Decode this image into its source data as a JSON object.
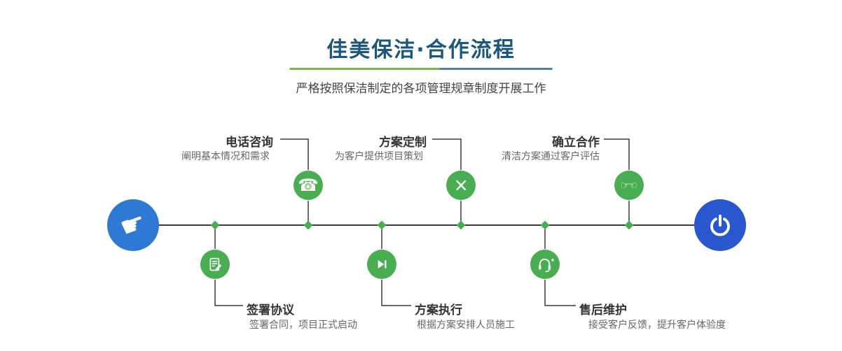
{
  "header": {
    "title": "佳美保洁·合作流程",
    "subtitle": "严格按照保洁制定的各项管理规章制度开展工作"
  },
  "timeline": {
    "start": {
      "icon": "hand-pointer-icon",
      "glyph": "☛"
    },
    "end": {
      "icon": "power-icon"
    },
    "steps_top": [
      {
        "title": "电话咨询",
        "desc": "阐明基本情况和需求",
        "icon": "phone-icon",
        "glyph": "☎"
      },
      {
        "title": "方案定制",
        "desc": "为客户提供项目策划",
        "icon": "design-icon"
      },
      {
        "title": "确立合作",
        "desc": "清洁方案通过客户评估",
        "icon": "handshake-icon",
        "glyph": "☞☜"
      }
    ],
    "steps_bottom": [
      {
        "title": "签署协议",
        "desc": "签署合同，项目正式启动",
        "icon": "contract-icon"
      },
      {
        "title": "方案执行",
        "desc": "根据方案安排人员施工",
        "icon": "execute-icon"
      },
      {
        "title": "售后维护",
        "desc": "接受客户反馈，提升客户体验度",
        "icon": "headset-icon"
      }
    ]
  },
  "colors": {
    "title_blue": "#1a567d",
    "step_green": "#49ad52",
    "start_blue": "#2e79d3",
    "end_blue": "#2957cd",
    "underline_green": "#7ab648",
    "underline_blue": "#577f9e",
    "line_dark": "#3a3a3a"
  }
}
